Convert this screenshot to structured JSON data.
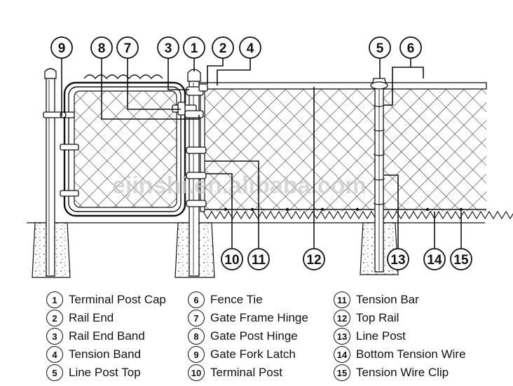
{
  "watermark": "ejinshi.en.alibaba.com",
  "callouts": [
    {
      "id": "9",
      "label": "9"
    },
    {
      "id": "8",
      "label": "8"
    },
    {
      "id": "7",
      "label": "7"
    },
    {
      "id": "3",
      "label": "3"
    },
    {
      "id": "1",
      "label": "1"
    },
    {
      "id": "2",
      "label": "2"
    },
    {
      "id": "4",
      "label": "4"
    },
    {
      "id": "5",
      "label": "5"
    },
    {
      "id": "6",
      "label": "6"
    },
    {
      "id": "10",
      "label": "10"
    },
    {
      "id": "11",
      "label": "11"
    },
    {
      "id": "12",
      "label": "12"
    },
    {
      "id": "13",
      "label": "13"
    },
    {
      "id": "14",
      "label": "14"
    },
    {
      "id": "15",
      "label": "15"
    }
  ],
  "legend": [
    {
      "num": "1",
      "label": "Terminal Post Cap"
    },
    {
      "num": "2",
      "label": "Rail End"
    },
    {
      "num": "3",
      "label": "Rail End Band"
    },
    {
      "num": "4",
      "label": "Tension Band"
    },
    {
      "num": "5",
      "label": "Line Post Top"
    },
    {
      "num": "6",
      "label": "Fence Tie"
    },
    {
      "num": "7",
      "label": "Gate Frame Hinge"
    },
    {
      "num": "8",
      "label": "Gate Post Hinge"
    },
    {
      "num": "9",
      "label": "Gate Fork Latch"
    },
    {
      "num": "10",
      "label": "Terminal Post"
    },
    {
      "num": "11",
      "label": "Tension Bar"
    },
    {
      "num": "12",
      "label": "Top Rail"
    },
    {
      "num": "13",
      "label": "Line Post"
    },
    {
      "num": "14",
      "label": "Bottom Tension Wire"
    },
    {
      "num": "15",
      "label": "Tension Wire Clip"
    }
  ]
}
